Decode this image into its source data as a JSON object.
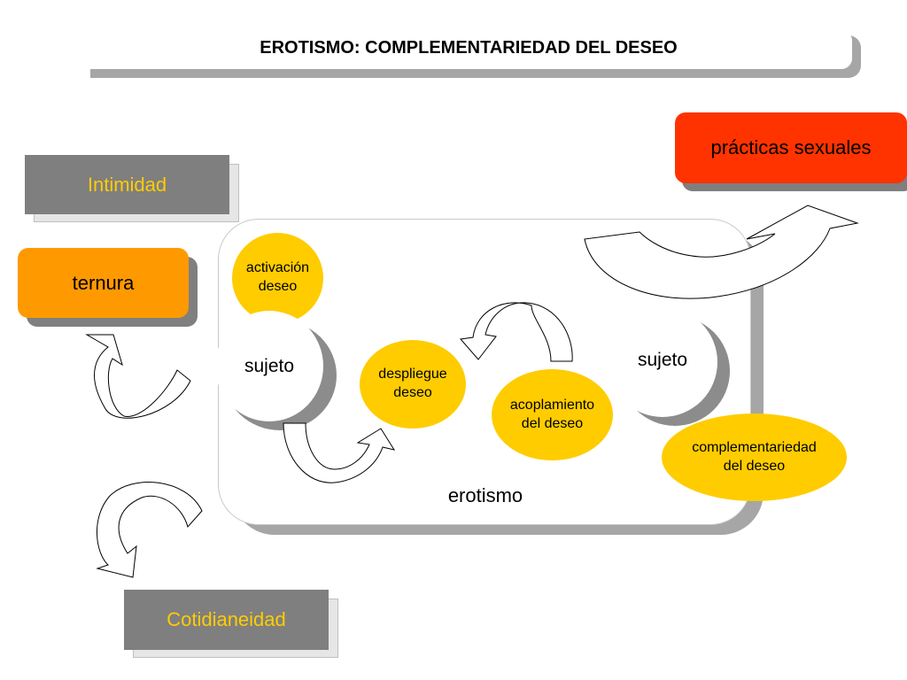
{
  "title": "EROTISMO: COMPLEMENTARIEDAD DEL DESEO",
  "nodes": {
    "intimidad": "Intimidad",
    "ternura": "ternura",
    "cotidianeidad": "Cotidianeidad",
    "practicas": "prácticas sexuales",
    "activacion": "activación\ndeseo",
    "sujeto_left": "sujeto",
    "despliegue": "despliegue\ndeseo",
    "acoplamiento": "acoplamiento\ndel deseo",
    "sujeto_right": "sujeto",
    "complementariedad": "complementariedad\ndel deseo",
    "erotismo": "erotismo"
  },
  "colors": {
    "gray_box": "#7f7f7f",
    "gray_text": "#ffcc00",
    "orange": "#ff9900",
    "red": "#ff3300",
    "yellow": "#ffcc00"
  }
}
